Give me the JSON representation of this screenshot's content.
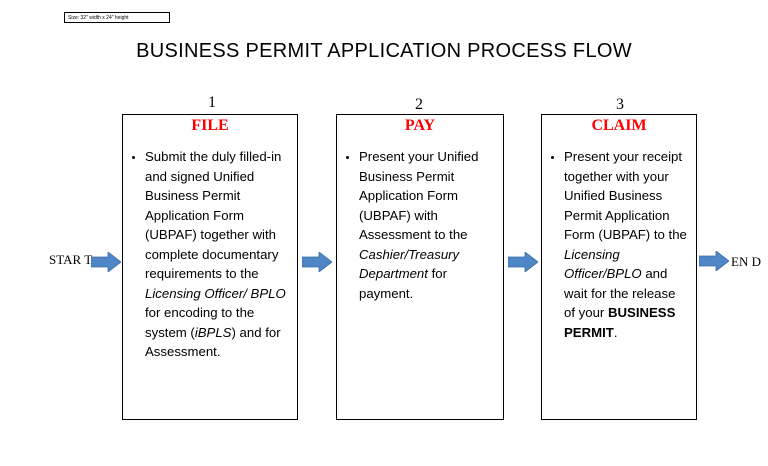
{
  "size_note": "Size: 32\" width x 24\" height",
  "title": "BUSINESS PERMIT APPLICATION PROCESS FLOW",
  "start_label": "STAR\nT",
  "end_label": "EN\nD",
  "arrow_color": "#4f86c6",
  "heading_color": "#ff0000",
  "steps": [
    {
      "number": "1",
      "heading": "FILE",
      "text": [
        {
          "t": "Submit the duly filled-in and signed Unified Business Permit Application Form (UBPAF) together with complete documentary requirements to the "
        },
        {
          "t": "Licensing Officer/ BPLO",
          "style": "italic"
        },
        {
          "t": " for encoding to the system ("
        },
        {
          "t": "iBPLS",
          "style": "italic"
        },
        {
          "t": ") and for Assessment."
        }
      ]
    },
    {
      "number": "2",
      "heading": "PAY",
      "text": [
        {
          "t": "Present your Unified Business Permit Application Form (UBPAF) with Assessment to the "
        },
        {
          "t": "Cashier/Treasury Department",
          "style": "italic"
        },
        {
          "t": " for payment."
        }
      ]
    },
    {
      "number": "3",
      "heading": "CLAIM",
      "text": [
        {
          "t": "Present your receipt together with your Unified Business Permit Application Form (UBPAF) to the "
        },
        {
          "t": "Licensing Officer/BPLO",
          "style": "italic"
        },
        {
          "t": " and wait for the release of your "
        },
        {
          "t": "BUSINESS PERMIT",
          "style": "bold"
        },
        {
          "t": "."
        }
      ]
    }
  ]
}
